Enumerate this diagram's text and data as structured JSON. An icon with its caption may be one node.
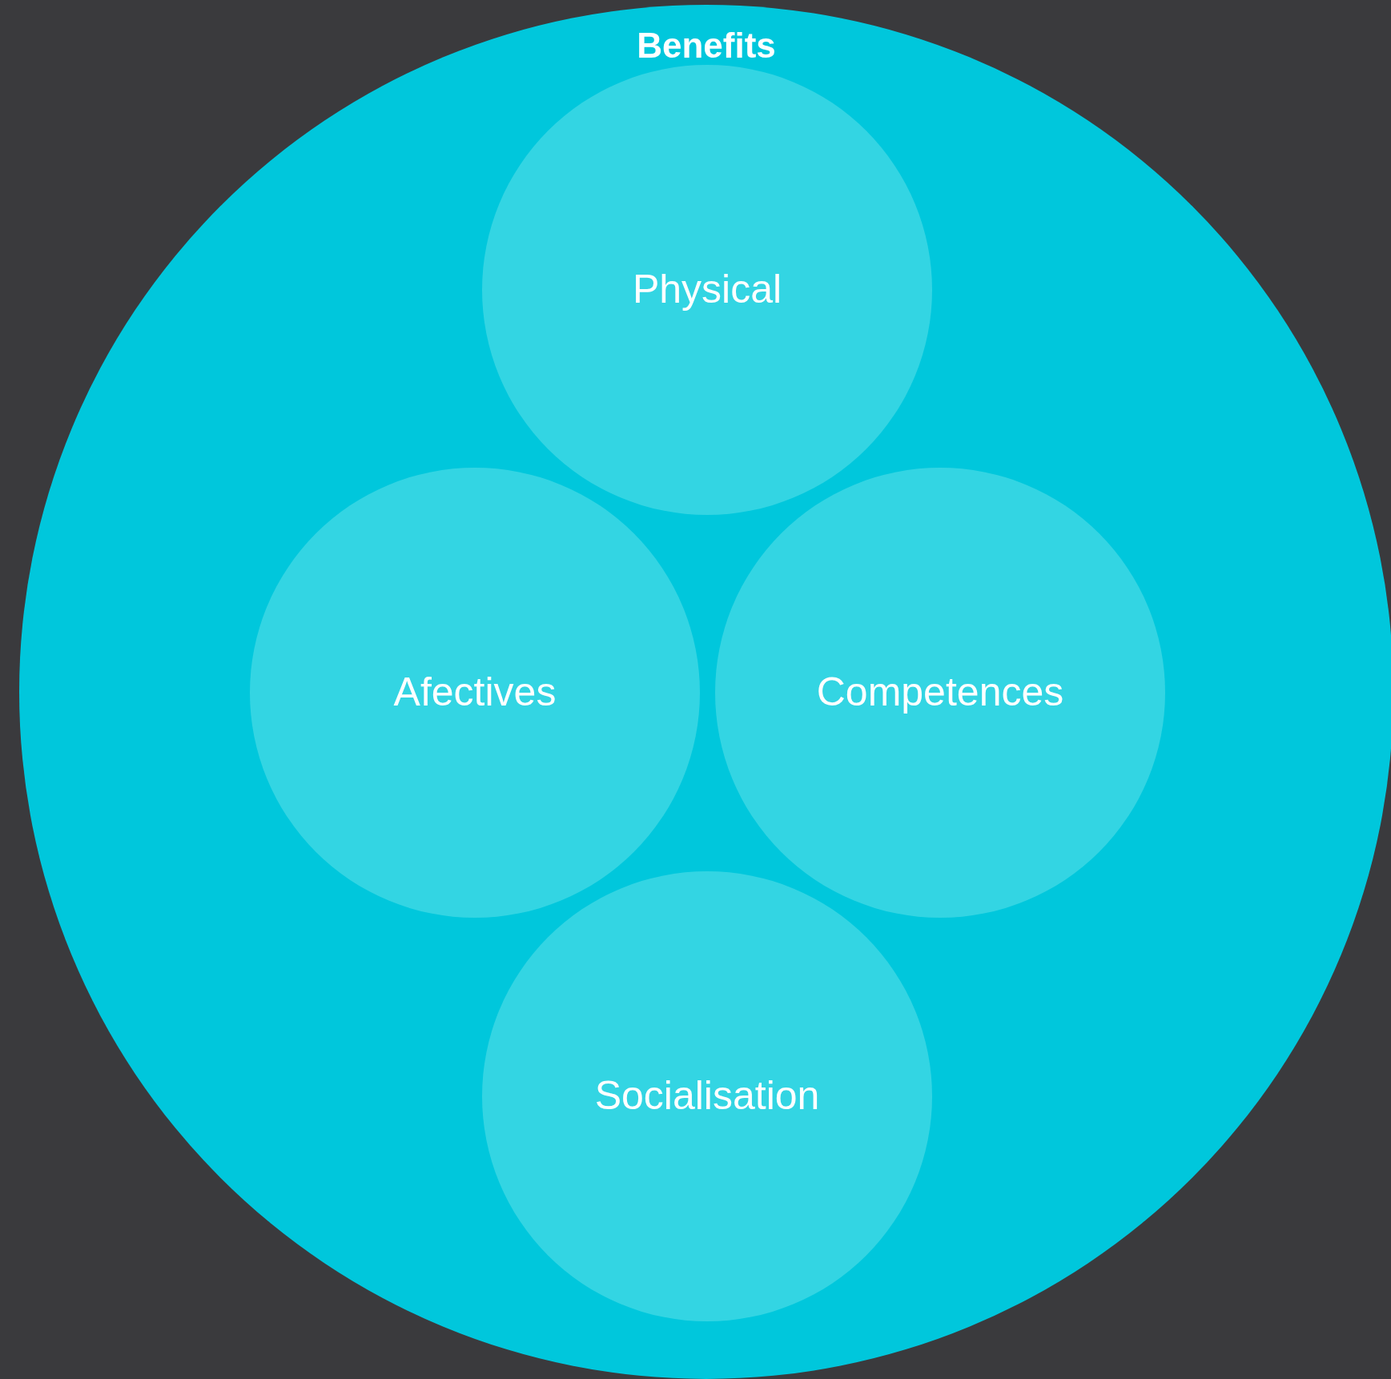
{
  "diagram": {
    "nodes": [
      {
        "text": [
          "Benefits"
        ]
      },
      {
        "text": [
          "Physical"
        ],
        "in": 0
      },
      {
        "text": [
          "Afectives"
        ],
        "in": 0
      },
      {
        "text": [
          "Competences"
        ],
        "in": 0
      },
      {
        "text": [
          "Socialisation"
        ],
        "in": 0
      }
    ]
  }
}
